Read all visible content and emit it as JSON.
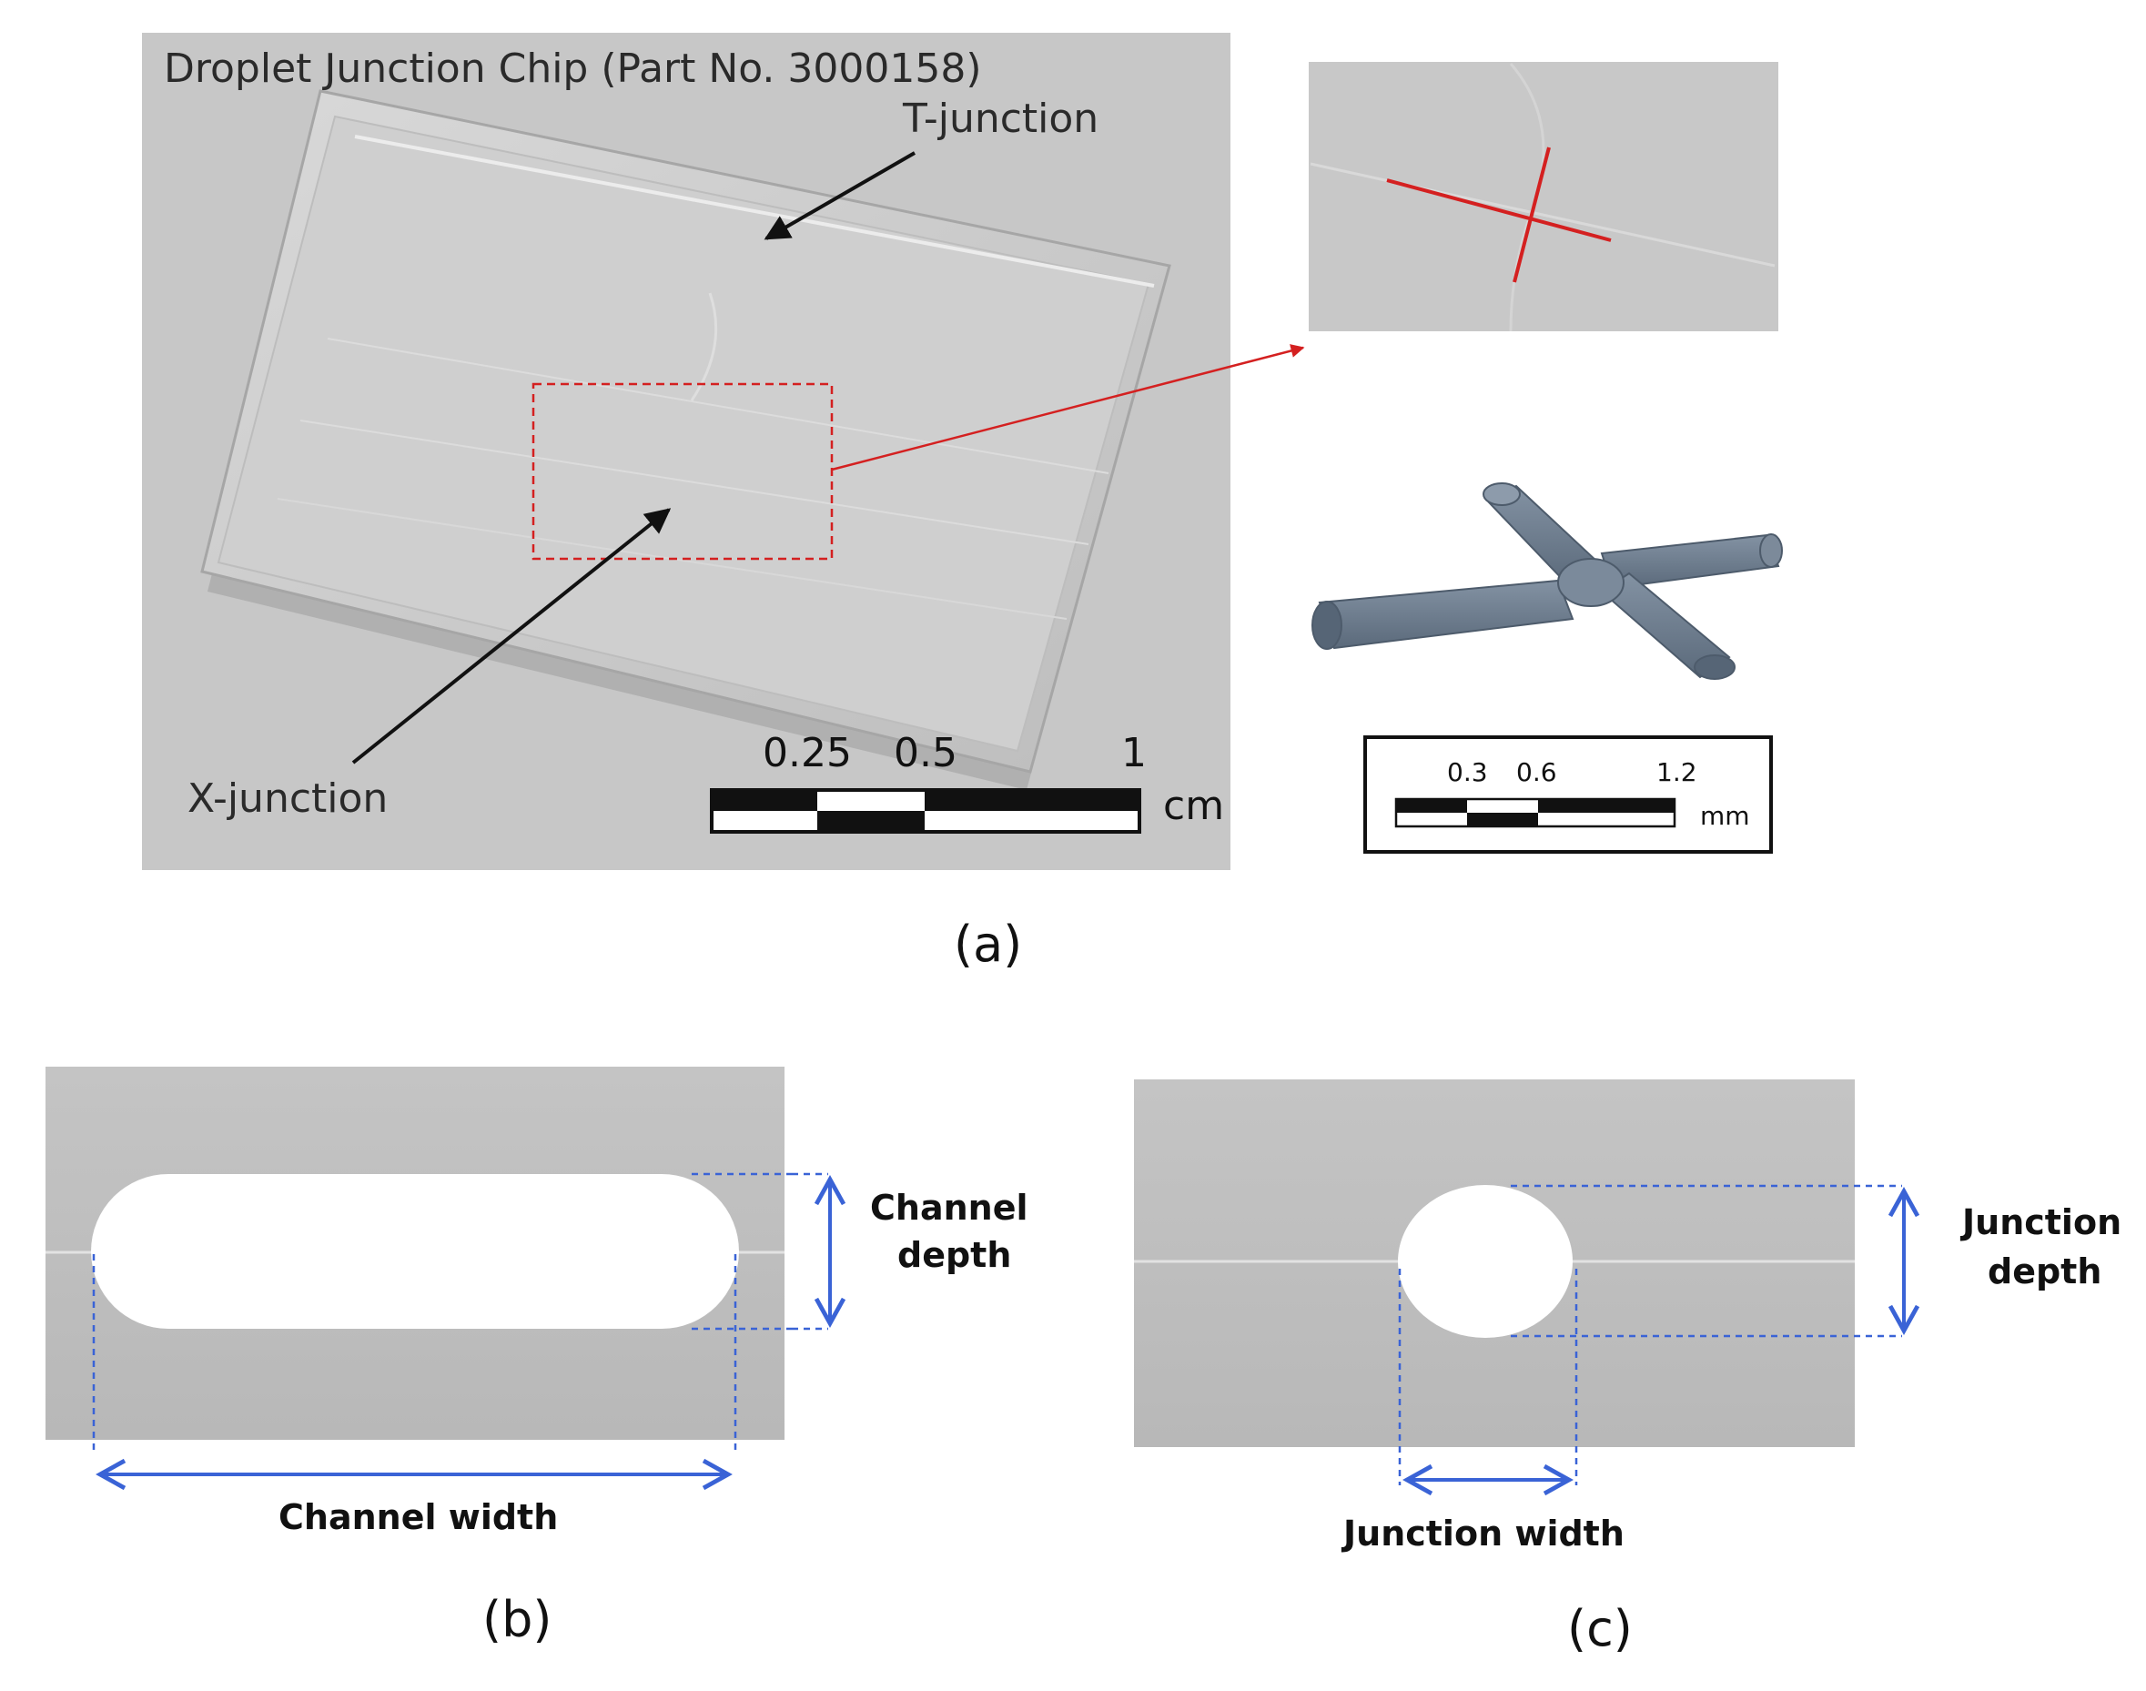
{
  "panel_a": {
    "photo_title": "Droplet Junction Chip (Part No. 3000158)",
    "t_junction_label": "T-junction",
    "x_junction_label": "X-junction",
    "scale_cm": {
      "tick1": "0.25",
      "tick2": "0.5",
      "tick3": "1",
      "unit": "cm"
    },
    "scale_mm": {
      "tick1": "0.3",
      "tick2": "0.6",
      "tick3": "1.2",
      "unit": "mm"
    },
    "caption": "(a)"
  },
  "panel_b": {
    "depth_label_line1": "Channel",
    "depth_label_line2": "depth",
    "width_label": "Channel width",
    "caption": "(b)"
  },
  "panel_c": {
    "depth_label_line1": "Junction",
    "depth_label_line2": "depth",
    "width_label": "Junction width",
    "caption": "(c)"
  },
  "colors": {
    "dimension_blue": "#3a63d6",
    "highlight_red": "#d42020",
    "chip_gray": "#c9c9c9",
    "model_slate": "#6f7f91"
  }
}
